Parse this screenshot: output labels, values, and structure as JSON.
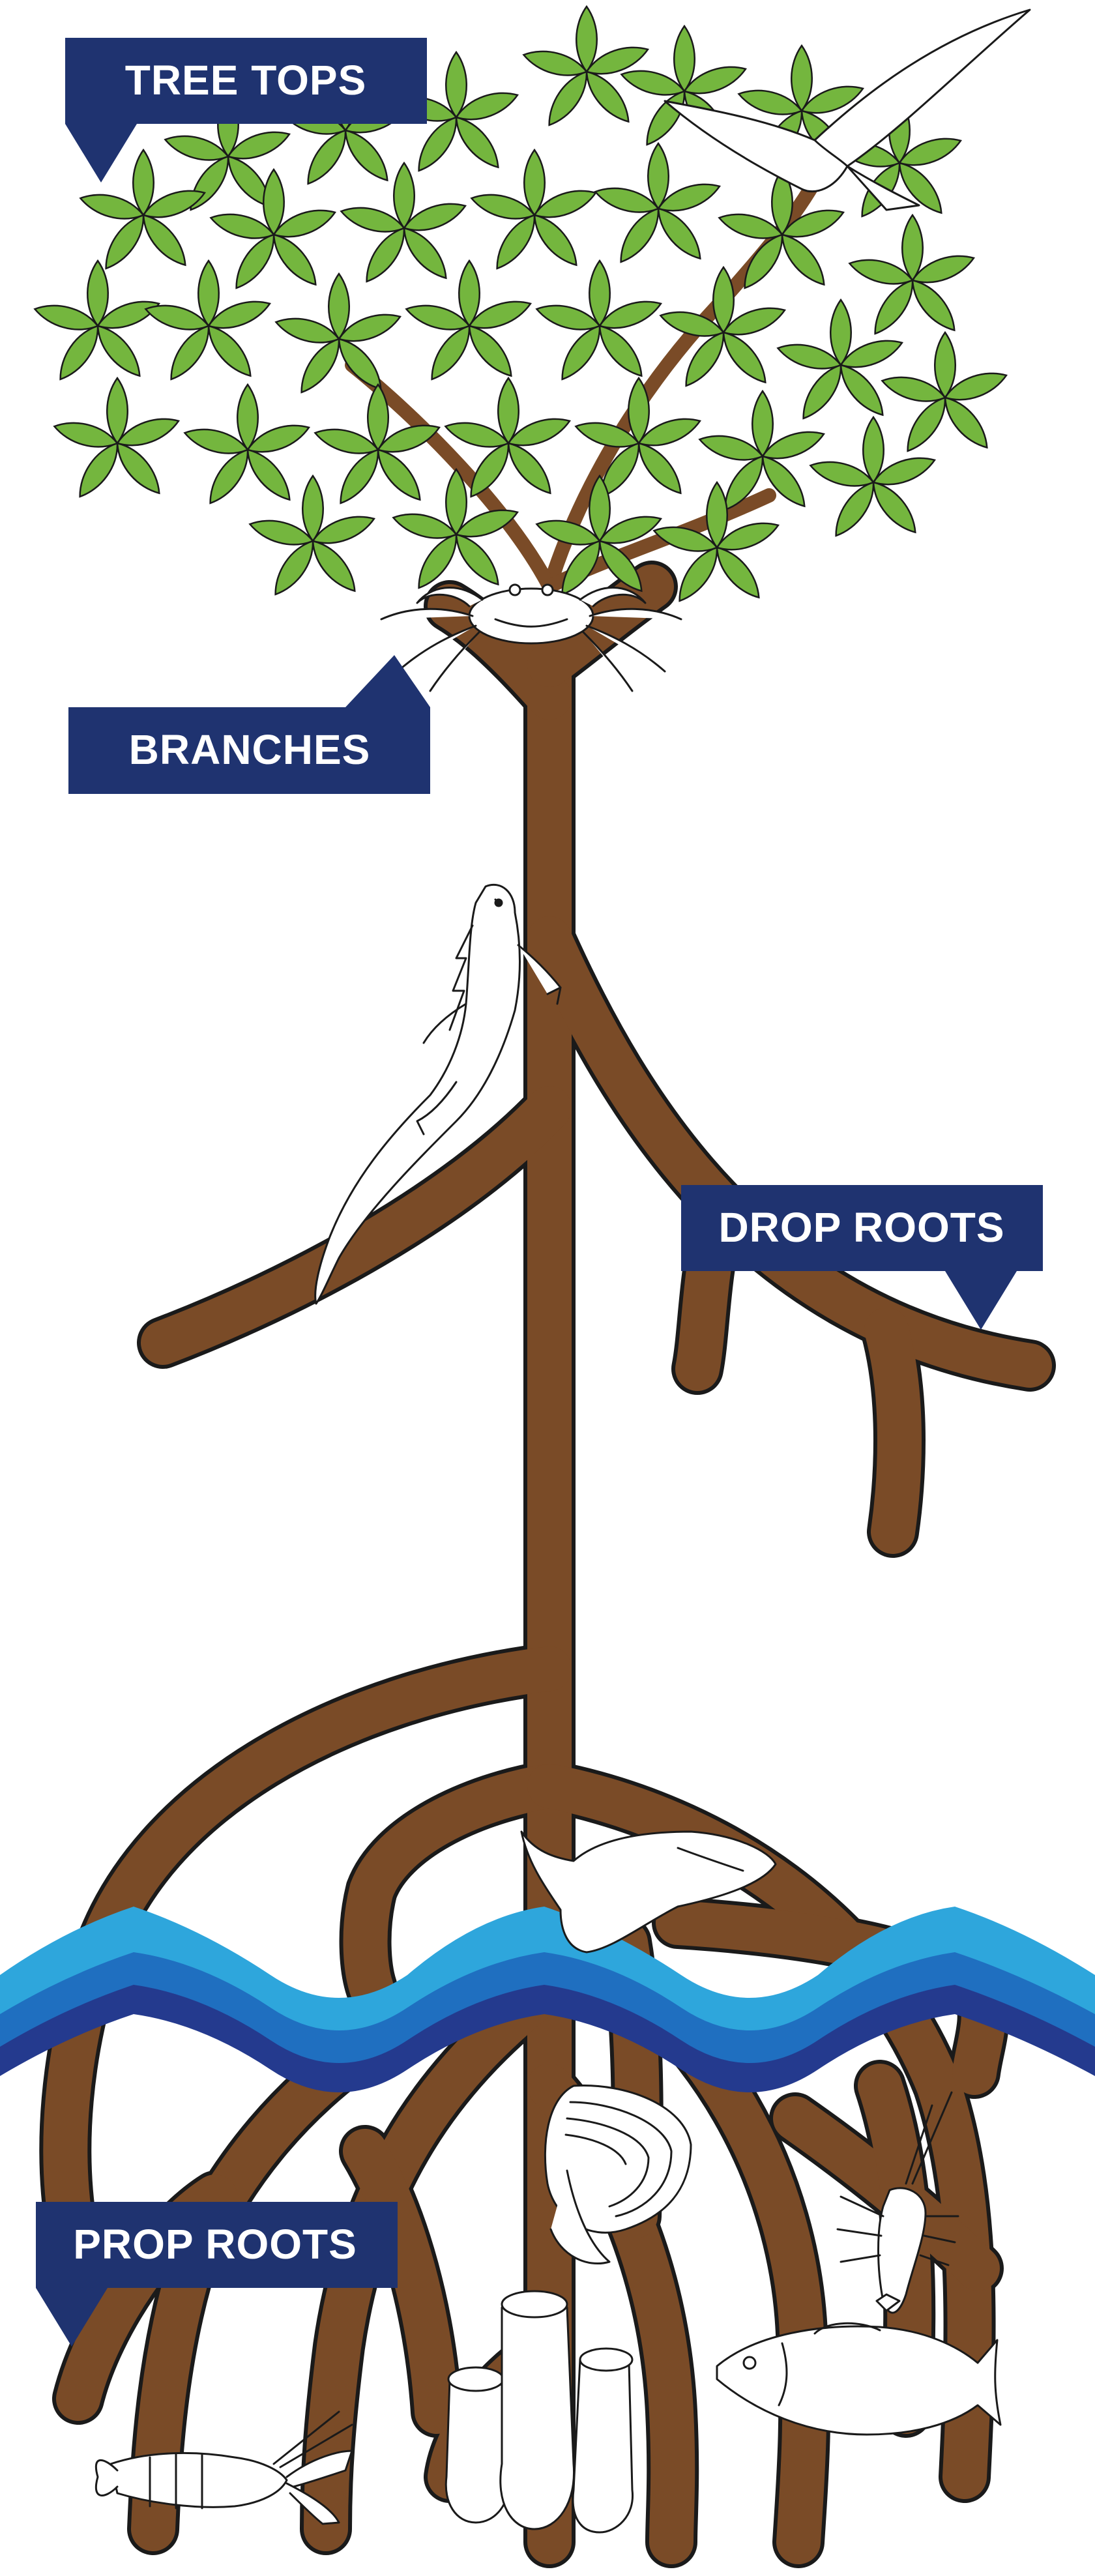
{
  "labels": {
    "tree_tops": "TREE TOPS",
    "branches": "BRANCHES",
    "drop_roots": "DROP ROOTS",
    "prop_roots": "PROP ROOTS"
  },
  "colors": {
    "label_navy": "#1f3370",
    "trunk_brown": "#7a4b27",
    "leaf_green": "#74b63e",
    "water_light": "#2ea6dc",
    "water_mid": "#1f6fc0",
    "water_dark": "#243a8e",
    "outline": "#1a1a1a"
  },
  "icons": [
    "bird-icon",
    "crab-icon",
    "iguana-icon",
    "snail-icon",
    "mussels-icon",
    "shrimp-icon",
    "fish-icon",
    "lobster-icon",
    "sponge-icon"
  ]
}
